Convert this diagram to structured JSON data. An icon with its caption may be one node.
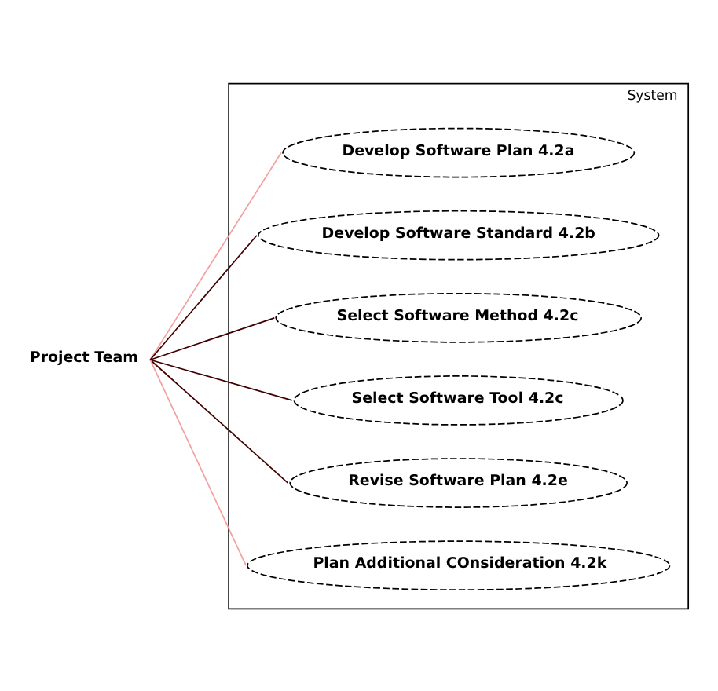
{
  "diagram": {
    "nodes": [
      {
        "text": [
          "System"
        ]
      },
      {
        "text": [
          "Develop Software Plan 4.2a"
        ],
        "in": 0
      },
      {
        "text": [
          "Develop Software Standard 4.2b"
        ],
        "in": 0
      },
      {
        "text": [
          "Select Software Method 4.2c"
        ],
        "in": 0
      },
      {
        "text": [
          "Select Software Tool 4.2c"
        ],
        "in": 0
      },
      {
        "text": [
          "Revise Software Plan 4.2e"
        ],
        "in": 0
      },
      {
        "text": [
          "Plan Additional COnsideration 4.2k"
        ],
        "in": 0
      },
      {
        "text": [
          "Project Team"
        ]
      }
    ],
    "edges": [
      {
        "from": 7,
        "to": 1,
        "arrow": "none",
        "color": "#f4a0a0"
      },
      {
        "from": 7,
        "to": 2,
        "arrow": "none"
      },
      {
        "from": 7,
        "to": 3,
        "arrow": "none"
      },
      {
        "from": 7,
        "to": 4,
        "arrow": "none"
      },
      {
        "from": 7,
        "to": 5,
        "arrow": "none"
      },
      {
        "from": 7,
        "to": 6,
        "arrow": "none",
        "color": "#f4a0a0"
      }
    ]
  }
}
